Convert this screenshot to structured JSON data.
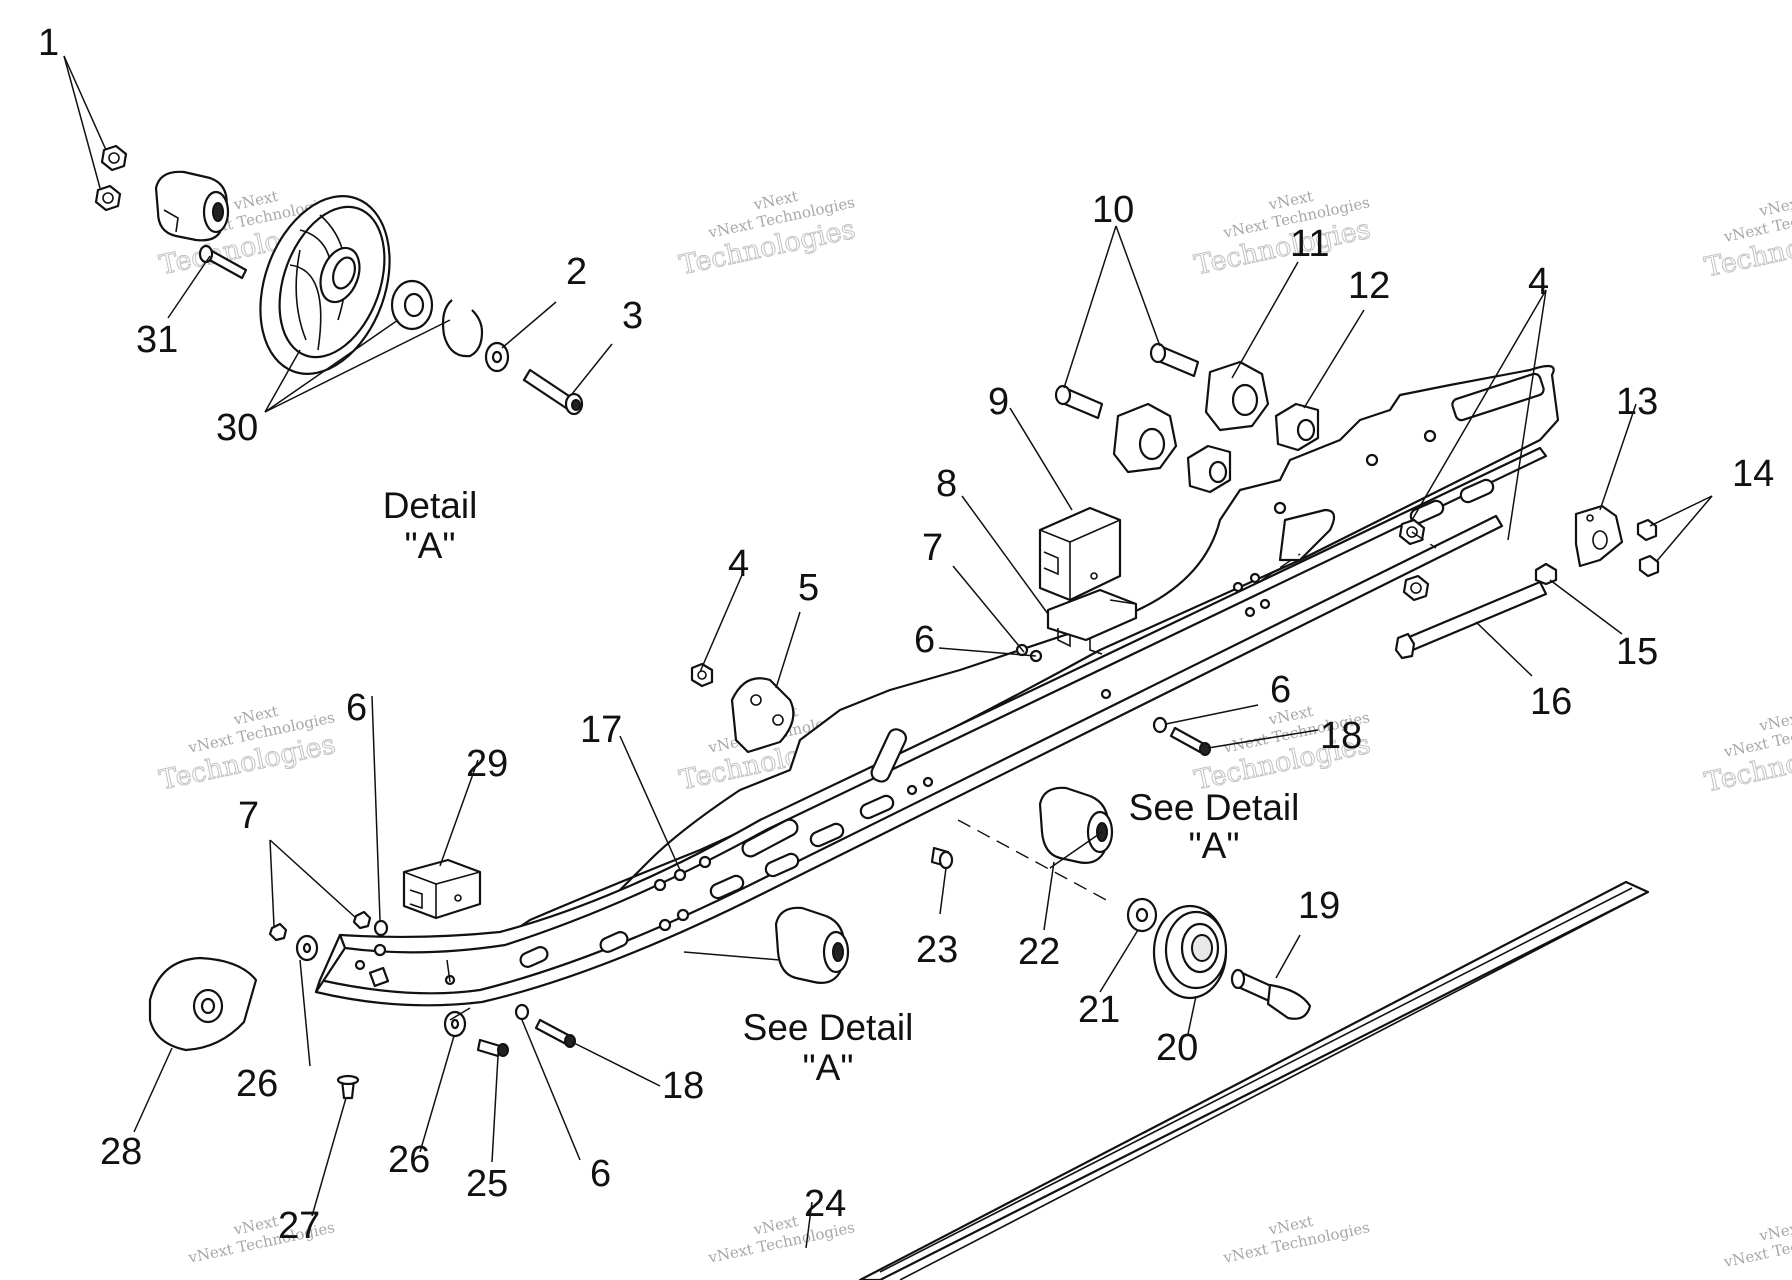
{
  "callouts": [
    {
      "id": "1a",
      "text": "1"
    },
    {
      "id": "2",
      "text": "2"
    },
    {
      "id": "3",
      "text": "3"
    },
    {
      "id": "4a",
      "text": "4"
    },
    {
      "id": "4b",
      "text": "4"
    },
    {
      "id": "5",
      "text": "5"
    },
    {
      "id": "6a",
      "text": "6"
    },
    {
      "id": "6b",
      "text": "6"
    },
    {
      "id": "6c",
      "text": "6"
    },
    {
      "id": "6d",
      "text": "6"
    },
    {
      "id": "7a",
      "text": "7"
    },
    {
      "id": "7b",
      "text": "7"
    },
    {
      "id": "8",
      "text": "8"
    },
    {
      "id": "9",
      "text": "9"
    },
    {
      "id": "10",
      "text": "10"
    },
    {
      "id": "11",
      "text": "11"
    },
    {
      "id": "12",
      "text": "12"
    },
    {
      "id": "13",
      "text": "13"
    },
    {
      "id": "14",
      "text": "14"
    },
    {
      "id": "15",
      "text": "15"
    },
    {
      "id": "16",
      "text": "16"
    },
    {
      "id": "17",
      "text": "17"
    },
    {
      "id": "18a",
      "text": "18"
    },
    {
      "id": "18b",
      "text": "18"
    },
    {
      "id": "19",
      "text": "19"
    },
    {
      "id": "20",
      "text": "20"
    },
    {
      "id": "21",
      "text": "21"
    },
    {
      "id": "22",
      "text": "22"
    },
    {
      "id": "23",
      "text": "23"
    },
    {
      "id": "24",
      "text": "24"
    },
    {
      "id": "25",
      "text": "25"
    },
    {
      "id": "26a",
      "text": "26"
    },
    {
      "id": "26b",
      "text": "26"
    },
    {
      "id": "27",
      "text": "27"
    },
    {
      "id": "28",
      "text": "28"
    },
    {
      "id": "29",
      "text": "29"
    },
    {
      "id": "30",
      "text": "30"
    },
    {
      "id": "31",
      "text": "31"
    }
  ],
  "notes": {
    "detail_line1": "Detail",
    "detail_line2": "\"A\"",
    "see_detail_upper_line1": "See Detail",
    "see_detail_upper_line2": "\"A\"",
    "see_detail_lower_line1": "See Detail",
    "see_detail_lower_line2": "\"A\""
  },
  "watermark": {
    "line_top": "vNext",
    "line_mid": "vNext Technologies",
    "line_big": "Technologies"
  }
}
